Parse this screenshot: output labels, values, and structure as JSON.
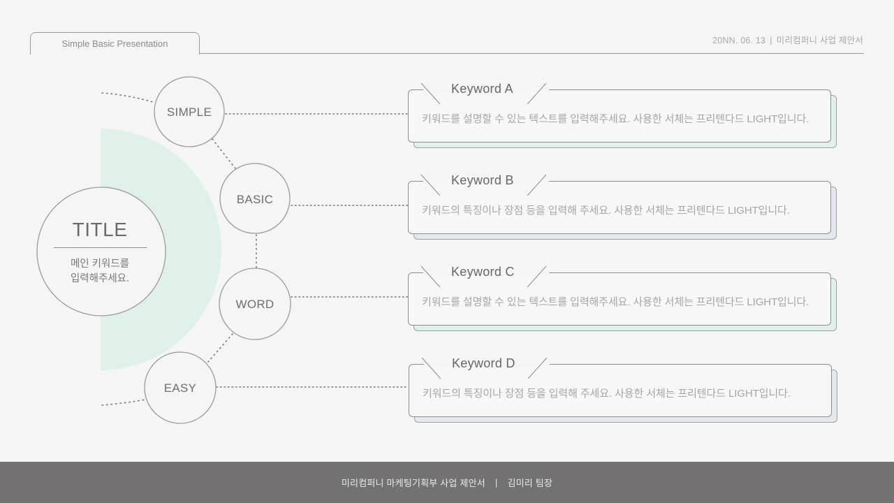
{
  "header": {
    "tab_title": "Simple Basic Presentation",
    "date": "20NN. 06. 13",
    "separator": "|",
    "company_doc": "미리컴퍼니 사업 제안서"
  },
  "diagram": {
    "title": "TITLE",
    "subtitle_line1": "메인 키워드를",
    "subtitle_line2": "입력해주세요.",
    "nodes": [
      {
        "label": "SIMPLE"
      },
      {
        "label": "BASIC"
      },
      {
        "label": "WORD"
      },
      {
        "label": "EASY"
      }
    ]
  },
  "cards": [
    {
      "keyword": "Keyword A",
      "text": "키워드를 설명할 수 있는 텍스트를 입력해주세요. 사용한 서체는 프리텐다드 LIGHT입니다.",
      "shadow_color": "#e1f0ea"
    },
    {
      "keyword": "Keyword B",
      "text": "키워드의 특징이나 장점 등을 입력해 주세요. 사용한 서체는 프리텐다드 LIGHT입니다.",
      "shadow_color": "#e3e8ee"
    },
    {
      "keyword": "Keyword C",
      "text": "키워드를 설명할 수 있는 텍스트를 입력해주세요. 사용한 서체는 프리텐다드 LIGHT입니다.",
      "shadow_color": "#e1f0ea"
    },
    {
      "keyword": "Keyword D",
      "text": "키워드의 특징이나 장점 등을 입력해 주세요. 사용한 서체는 프리텐다드 LIGHT입니다.",
      "shadow_color": "#e3e8ee"
    }
  ],
  "footer": {
    "left": "미리컴퍼니 마케팅기획부 사업 제안서",
    "separator": "|",
    "right": "김미리 팀장"
  },
  "colors": {
    "background": "#f5f5f5",
    "accent_mint": "#dff0e9",
    "footer_bg": "#737172",
    "stroke": "#9a9a9a"
  }
}
